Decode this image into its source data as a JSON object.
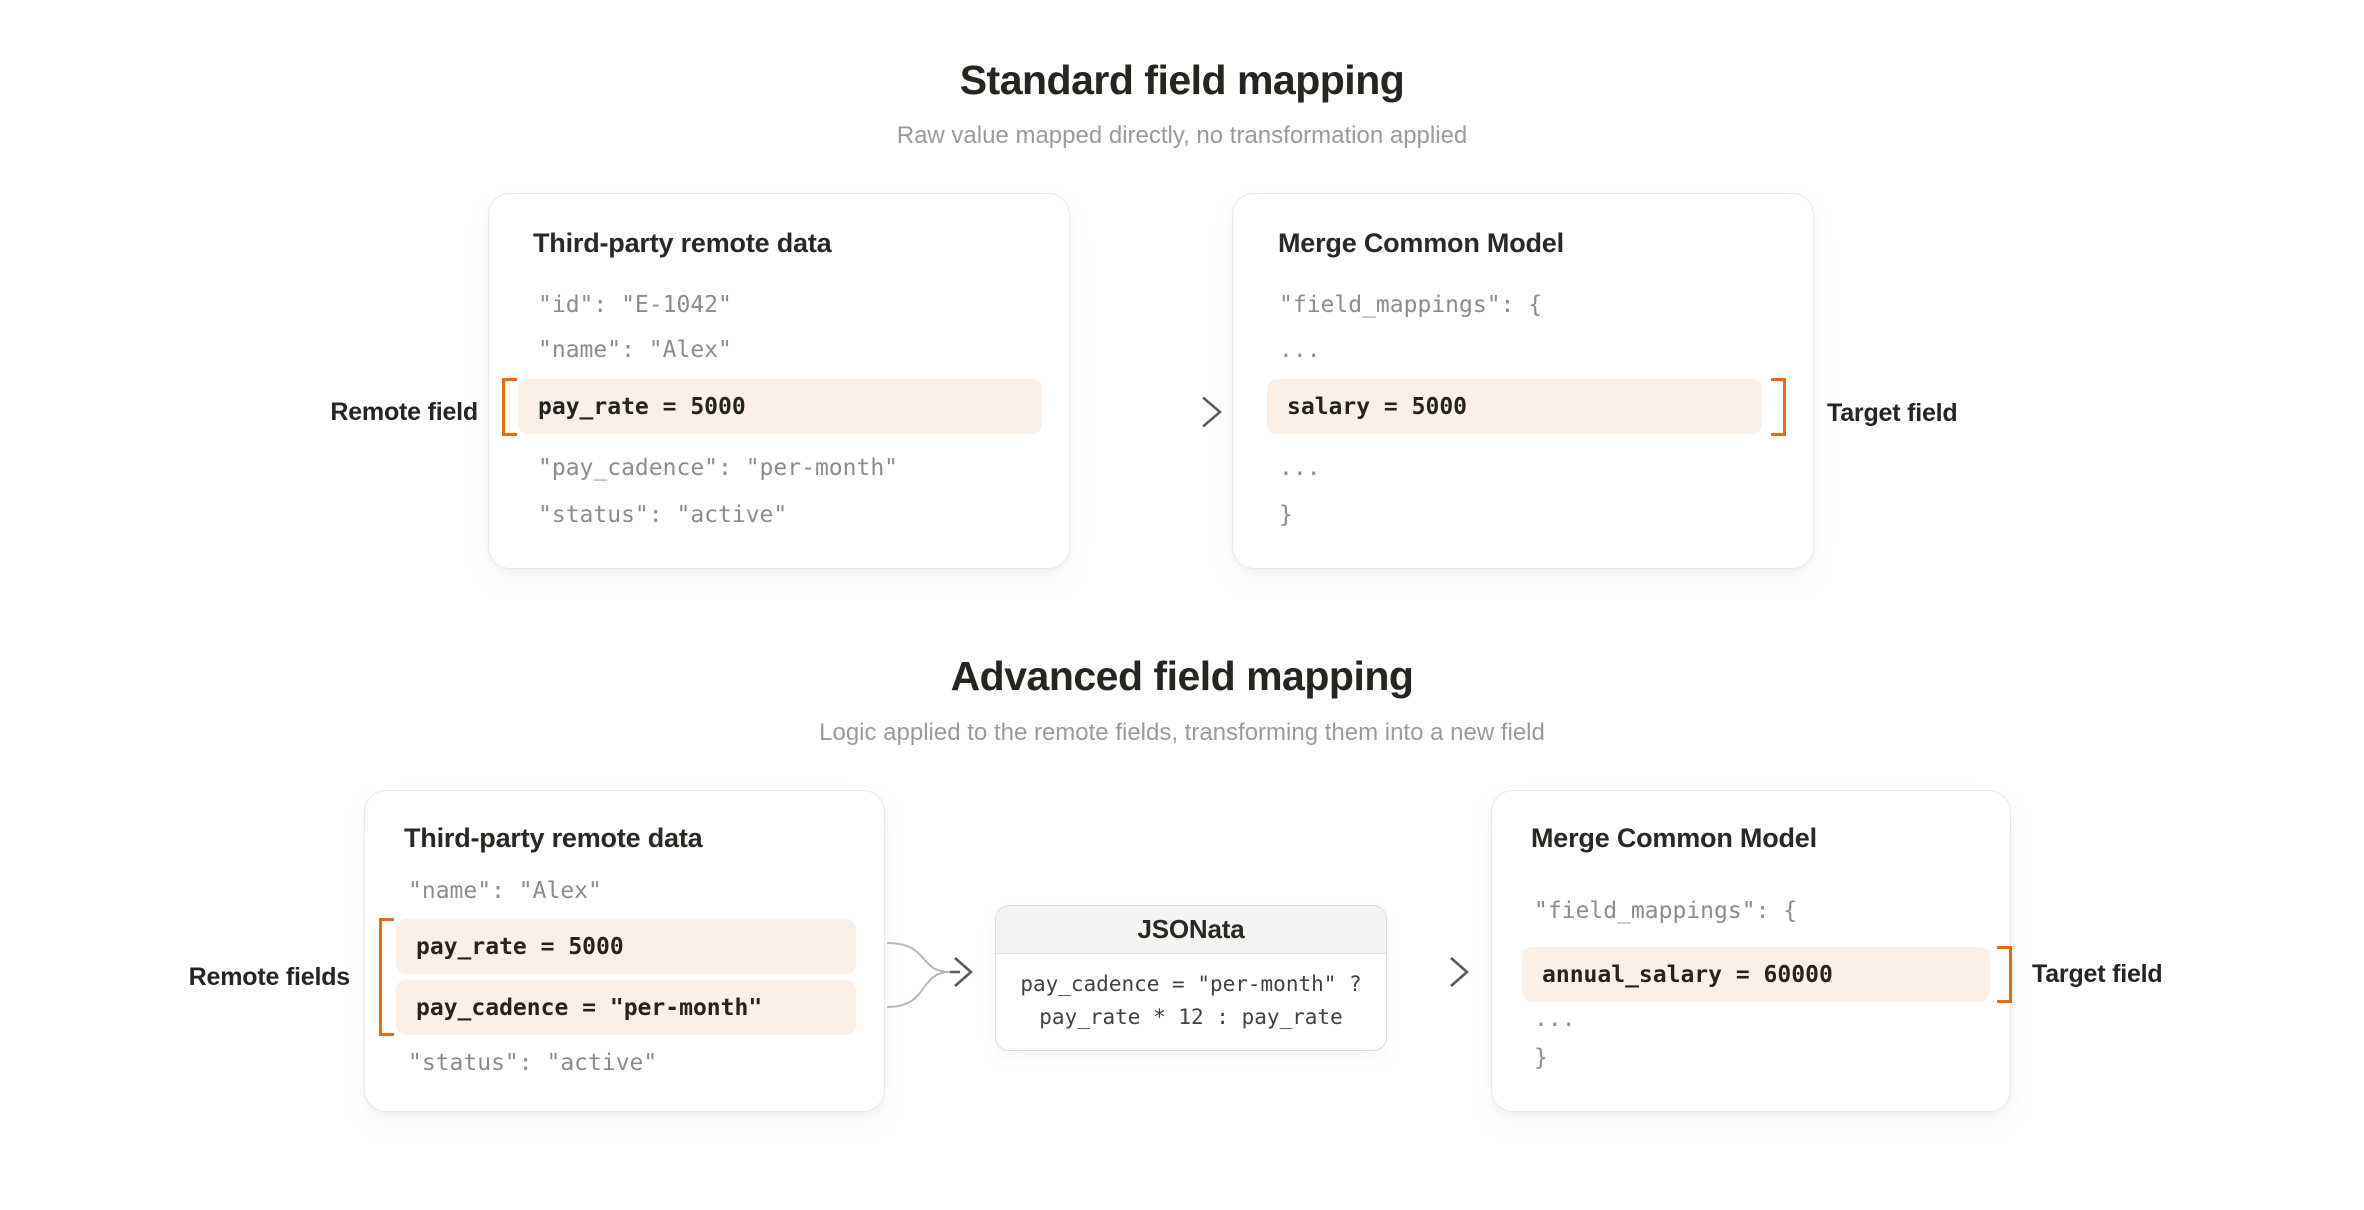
{
  "standard_section": {
    "title": "Standard field mapping",
    "subtitle": "Raw value mapped directly, no transformation applied",
    "remote_label": "Remote field",
    "target_label": "Target field",
    "source_card": {
      "title": "Third-party remote data",
      "line_id": "\"id\": \"E-1042\"",
      "line_name": "\"name\": \"Alex\"",
      "highlight": "pay_rate = 5000",
      "line_cadence": "\"pay_cadence\": \"per-month\"",
      "line_status": "\"status\": \"active\""
    },
    "target_card": {
      "title": "Merge Common Model",
      "line_open": "\"field_mappings\": {",
      "ellipsis_top": "...",
      "highlight": "salary = 5000",
      "ellipsis_bottom": "...",
      "line_close": "}"
    }
  },
  "advanced_section": {
    "title": "Advanced field mapping",
    "subtitle": "Logic applied to the remote fields, transforming them into a new field",
    "remote_label": "Remote fields",
    "target_label": "Target field",
    "source_card": {
      "title": "Third-party remote data",
      "line_name": "\"name\": \"Alex\"",
      "highlight_rate": "pay_rate = 5000",
      "highlight_cadence": "pay_cadence = \"per-month\"",
      "line_status": "\"status\": \"active\""
    },
    "transform_card": {
      "title": "JSONata",
      "expr_line_1": "pay_cadence = \"per-month\" ?",
      "expr_line_2": "pay_rate * 12 : pay_rate"
    },
    "target_card": {
      "title": "Merge Common Model",
      "line_open": "\"field_mappings\": {",
      "highlight": "annual_salary = 60000",
      "ellipsis": "...",
      "line_close": "}"
    }
  },
  "colors": {
    "highlight_bg": "#FCF0E6",
    "bracket_orange": "#ED6A0C",
    "muted_code_text": "#8F8D8A",
    "heading_text": "#26251F",
    "subtitle_text": "#9B9B9B",
    "arrow_gray": "#5A5A5A",
    "card_border": "#E8E8E6",
    "jsonata_header_bg": "#F4F4F3"
  }
}
